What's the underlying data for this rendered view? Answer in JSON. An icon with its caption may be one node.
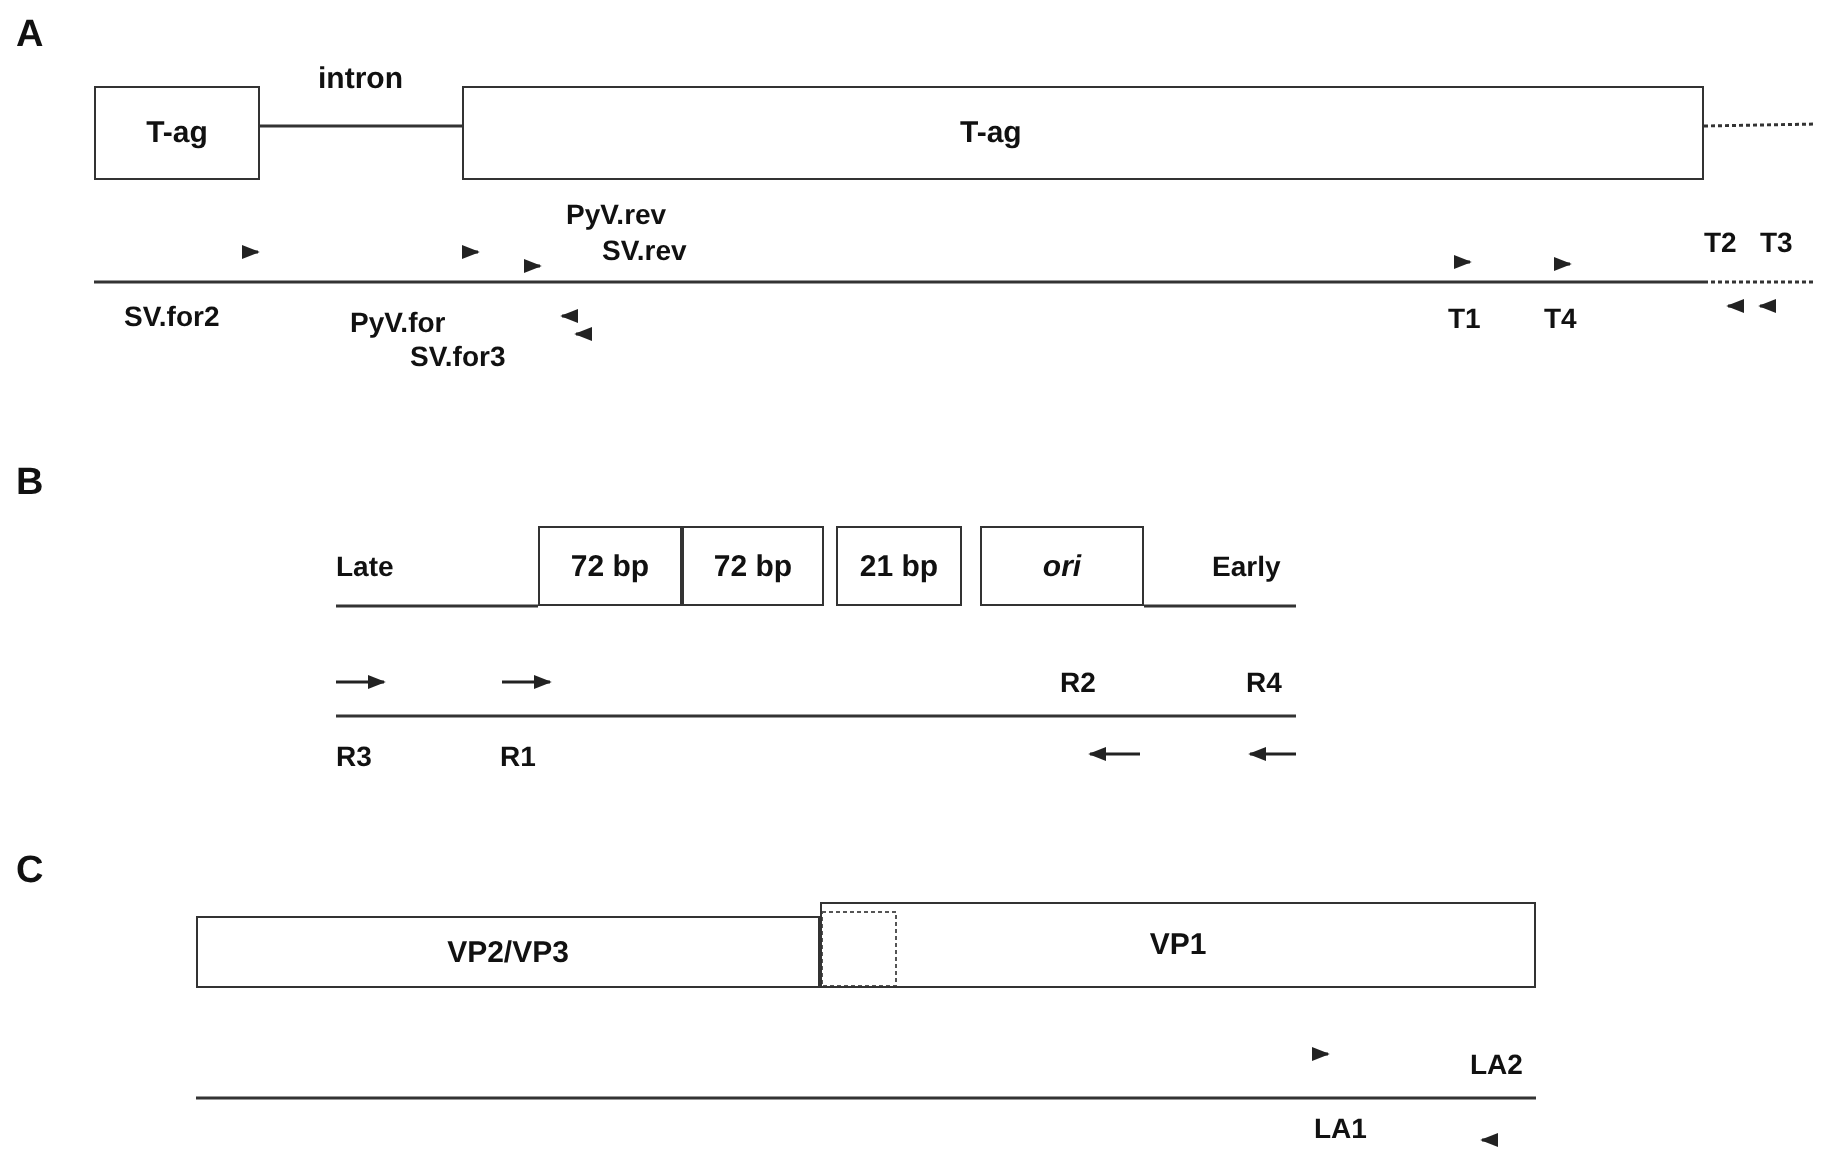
{
  "diagram": {
    "nodes": [
      {
        "text": [
          "T-ag"
        ]
      },
      {
        "text": [
          "T-ag"
        ]
      },
      {
        "text": [
          "72 bp"
        ]
      },
      {
        "text": [
          "72 bp"
        ]
      },
      {
        "text": [
          "21 bp"
        ]
      },
      {
        "text": [
          "ori"
        ]
      },
      {
        "text": [
          "VP2/VP3"
        ]
      },
      {
        "text": [
          "VP1"
        ]
      }
    ],
    "edges": [
      {
        "from": 0,
        "to": 1,
        "arrow": "none",
        "label": "intron"
      },
      {
        "from": 1,
        "to": null,
        "arrow": "none",
        "style": "dashed"
      }
    ],
    "labels": [
      "A",
      "PyV.rev",
      "SV.rev",
      "T2",
      "T3",
      "SV.for2",
      "PyV.for",
      "T1",
      "T4",
      "SV.for3",
      "B",
      "Late",
      "Early",
      "R2",
      "R4",
      "R3",
      "R1",
      "C",
      "LA2",
      "LA1"
    ]
  }
}
